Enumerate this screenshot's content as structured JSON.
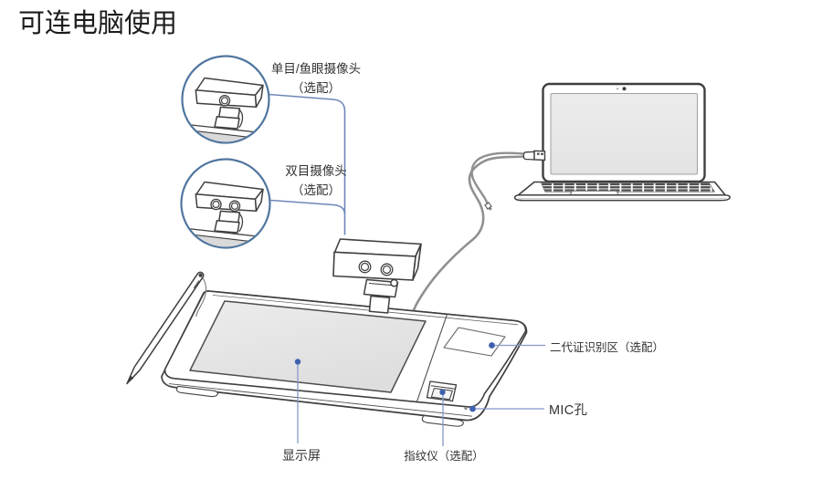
{
  "title": "可连电脑使用",
  "callouts": {
    "mono_camera": {
      "line1": "单目/鱼眼摄像头",
      "line2": "（选配）"
    },
    "stereo_camera": {
      "line1": "双目摄像头",
      "line2": "（选配）"
    },
    "id_area": {
      "label": "二代证识别区（选配）"
    },
    "mic": {
      "label": "MIC孔"
    },
    "screen": {
      "label": "显示屏"
    },
    "fingerprint": {
      "label": "指纹仪（选配）"
    }
  },
  "colors": {
    "background": "#ffffff",
    "line_art": "#3f3f3f",
    "detail_ring_blue": "#50769f",
    "connector_blue": "#6e87b8",
    "leader_blue": "#8598cc",
    "dot_blue": "#3e61ad",
    "screen_gray": "#e6e6e6",
    "cable_gray": "#909090",
    "title_color": "#1c1c1c",
    "label_color": "#333333"
  }
}
